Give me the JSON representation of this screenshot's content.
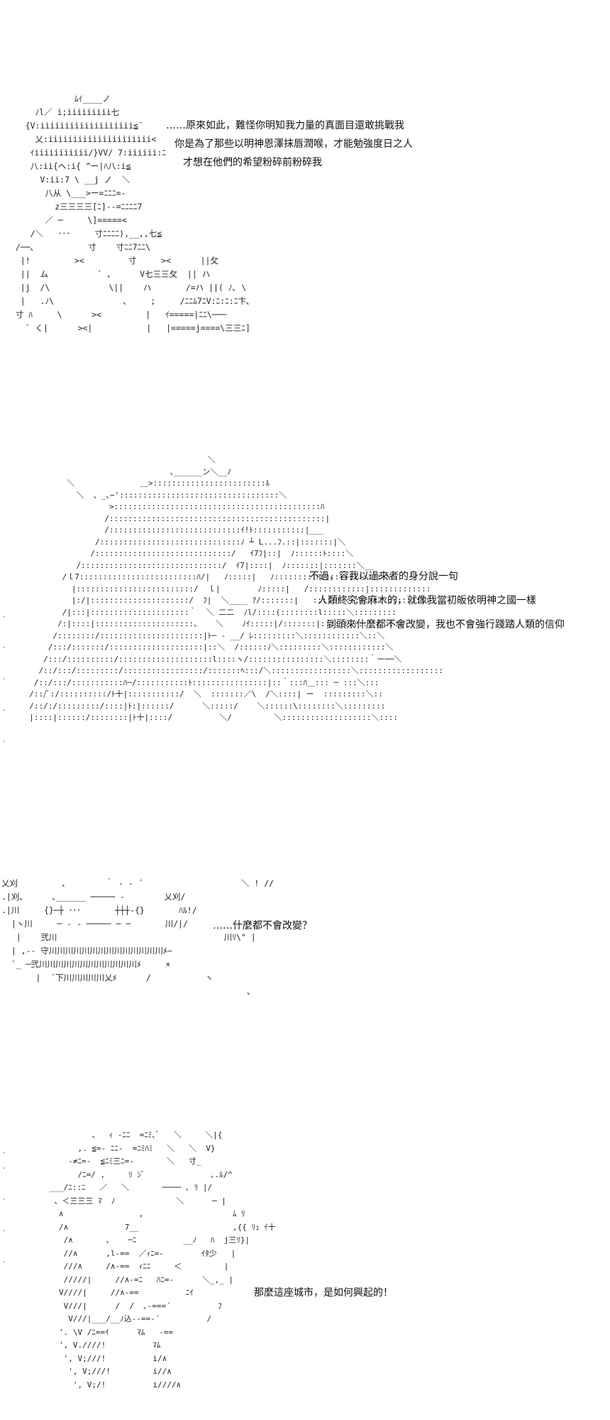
{
  "panels": [
    {
      "art": "              ﾑｲ____ノ\n      ﾉl／ i;iiiiiiiii七\n    {V:iiiiiiiiiiiiiiiiiii≦¨\n      乂:iiiiiiiiiiiiiiiiiiiii<\n     ｲiiiiiiiiiii/}VV/ 7:iiiiii:ﾆ\n     八:ii{ヘ:i{ ^ー|ﾊ八:i≦\n       V:ii:7 \\ __j ノ  ＼\n        八从 \\___>ー=ﾆﾆﾆ=-\n          z三三三三[ﾆ]--=ﾆﾆﾆﾆ7\n        ／ ─     \\]=====<\n     /＼   ･･･     寸ﾆﾆﾆﾆ),__,,七≦\n  /──､           寸    寸ﾆﾆ7ﾆﾆ\\\n   |!         ><         寸     ><      ||攵\n   ||  ム          ` 、     V七三三攵  || ハ\n   |j  /\\            \\||    ハ       /=ハ ||( ﾉ､ \\\n   |   .ﾉ\\              、    ;     /ﾆﾆﾑ7ﾆV:ﾆ:ﾆ:ﾆ卞､\n  寸 ﾊ     \\      ><         |   ｲ=====|ﾆﾆ\\───\n    ` く|      ><|           |   |=====j====\\三三ﾆ]",
      "lines": [
        "……原來如此，難怪你明知我力量的真面目還敢挑戰我",
        "你是為了那些以明神恩澤抹唇潤喉，才能勉強度日之人",
        "才想在他們的希望粉碎前粉碎我"
      ]
    },
    {
      "art": "                                        ＼\n                                ､______ン＼__ﾉ\n          ＼              ＿>::::::::::::::::::::::::ﾙ\n            ＼  、_､−'::::::::::::::::::::::::::::::::::＼\n                   >::::::::::::::::::::::::::::::::::::::::::::ﾊ\n                  /::::::::::::::::::::::::::::::::::::::::::::::|\n                  /::::::::::::::::::::::::::::ｲ!ﾄ:::::::::::|___\n                /::::::::::::::::::::::::::::::ﾉ ┴ L...ﾌ.::|:::::::|＼\n               /:::::::::::::::::::::::::::::/   ｲ7ﾌ|::|  ﾉ::::::ﾄ::::＼\n            /::::::::::::::::::::::::::::::/  ｲ7|::::|  ﾉ:::::::|:::::::＼__\n         /ｌ7:::::::::::::::::::::::::ﾊ/|   ﾉ:::::|   ﾉ:::::::::ﾊ::::::::::::::\\\n           |:::::::::::::::::::::::::/  ｌ|        ﾉ:::::|   /::::::::::::|:::::::::::::\n           |:/|:::::::::::::::::::::/  ﾌ|  ＼____ ｱ/:::::::|   ::::::::::::|::::::::::::\n         /|:::|:::::::::::::::::::::｀  ＼ 二二  ﾉl/::::(::::::::l:::::＼:::::::::\n        /:|::::|:::::::::::::::::::::、   ＼    ﾉｲ:::::|/:::::::|::::::::::＼::::::\n       /::::::::/::::::::::::::::::::::|ﾄ─ - __/ ﾚ:::::::::＼::::::::::::＼::＼\n      /:::/:::::::/::::::::::::::::::::|::＼  /::::::ﾉ＼:::::::::＼::::::::::::＼\n     /:::/::::::::::/::::::::::::::::::::l::::ヽ/::::::::::::::::＼::::::::｀ー──＼\n    /::/:::/:::::::::/:::::::::::::::::/:::::::ﾍ:::/＼:::::::::::::::::＼::::::::::::::::::\n   /::/:::/:::::::::::ﾊ─/:::::::::::ﾄ::::::::::::::::|::｀:::ﾊ＿::: ─ :::＼:::\n  /::/ﾞ:/::::::::::/ﾄ十|:::::::::::/  ＼  :::::::／\\  /＼::::| ー  :::::::::＼::\n  /::/:/:::::::::/::::|ﾄ:|::::::/      ＼:::::/    ＼::::::\\::::::::＼:::::::::\n  |::::|::::::/::::::::|ﾄ十|::::/          ＼/         ＼:::::::::::::::::::＼::::",
      "lines": [
        "不過，容我以過來者的身分說一句",
        "人類終究會麻木的，就像我當初皈依明神之國一樣",
        "到頭來什麼都不會改變，我也不會強行踐踏人類的信仰"
      ]
    },
    {
      "art": "乂刈         ､        ｀ - - ´                    ＼ ! //\n.|刈、     ､______ ───── -        乂刈/\n.|川     {}─┼ ･･･       ┼┼┼-{}       ﾊﾙ!/\n  |ヽ川     ─ - - ───── ─ ─       川/|/\n   |    弐川                                  川ﾘ\\\" |\n  | ,-- 守川川川川川川川川川川川川川川ﾒ―\n  `_ ─弐川川川川川川川川川川川川ﾒ     ×\n       |  ´下川川川川川乂ﾒ      /           ヽ \n                                                  ､",
      "lines": [
        "……什麼都不會改變？"
      ]
    },
    {
      "art": "               、  ｨ -ﾆﾆ  =ﾆﾐ､ﾞ   ＼     ＼|{\n            ,. ≦=- ﾆﾆ-  =ﾆﾐﾊﾐ   ＼   ＼  V}\n          -≠ﾆ=-  ≦ﾆﾐ三ﾆ=-       ＼   寸_\n            /ﾆ=/ ,     ﾘ ｼﾞ              ､.ﾙ/^\n      ___/ﾆ::ﾆ   ／   ＼       ──── ､ ﾘ |/\n       、＜三三三 ﾏ  ﾉ             ＼      ─ |\n        ∧                ,                   ﾑ ﾘ\n        /∧            7__                    ,{{ ﾘｭ ｲ十\n         /∧       、   ─ﾆ          __ﾉ   ﾊ  j三ﾘ}|\n         //∧      ,l-==  ／ｨﾆ=-        ｲﾀ少   |\n         ///∧     /∧-==  ｨﾆﾆ     ＜         |\n         /////|     //∧-=ﾆ   ﾊﾆ=-      ＼_,_ |\n        V////|     //∧-==          ﾆｲ\n         V///|      /  /  ､-===´          ﾌ\n          V///|___/__ﾉ込--==-´          /\n        '. \\V /ﾆ==ｲ      ﾏﾑ   -==\n        ', V.////!          ﾏﾑ\n         ', V;///!          i/∧\n          ', V;///!         i//∧\n           ', V;/!          i////∧",
      "lines": [
        "那麼這座城市，是如何興起的！"
      ]
    }
  ]
}
